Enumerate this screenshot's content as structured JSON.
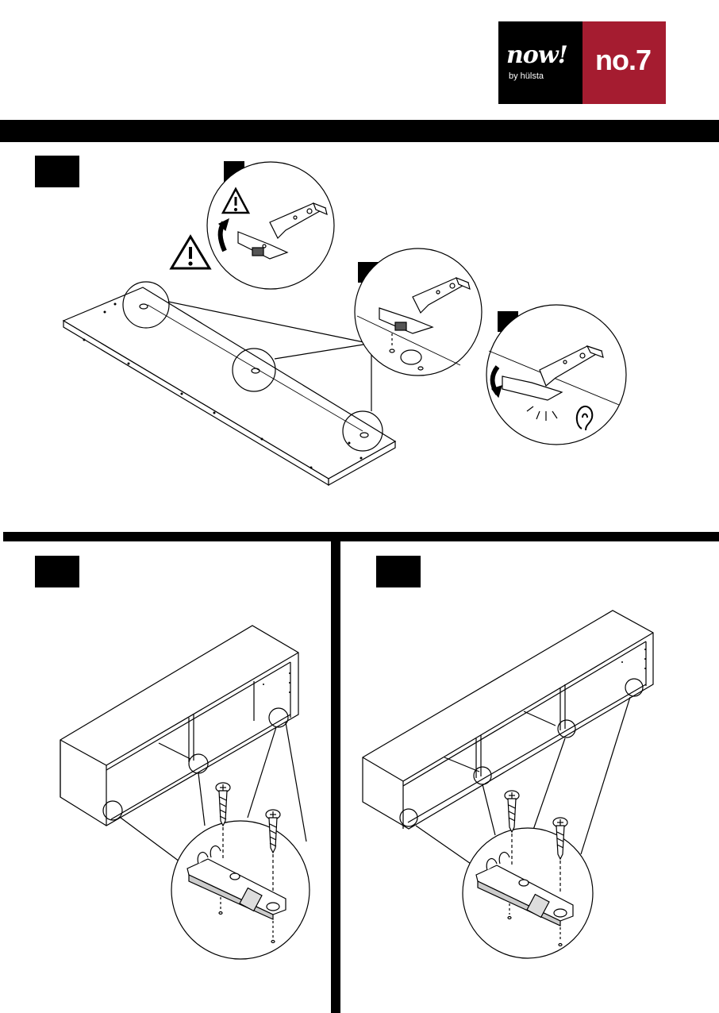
{
  "brand": {
    "logo_main": "now!",
    "logo_sub": "by hülsta",
    "series": "no.7",
    "colors": {
      "dark": "#000000",
      "accent": "#a51c30"
    }
  },
  "steps": [
    {
      "id": "top",
      "substeps": 3,
      "description_icons": [
        "warning-icon",
        "hinge-icon",
        "ear-icon"
      ]
    },
    {
      "id": "bottom-left"
    },
    {
      "id": "bottom-right"
    }
  ]
}
